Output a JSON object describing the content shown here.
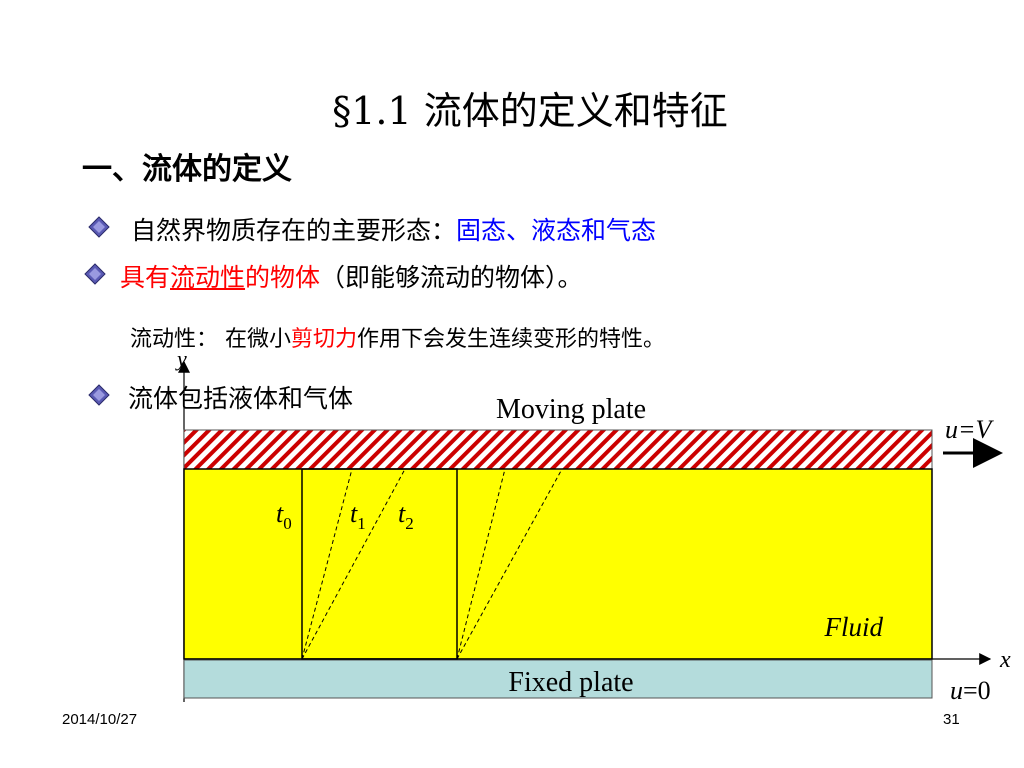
{
  "slide": {
    "title": "§1.1  流体的定义和特征",
    "section_heading": "一、流体的定义",
    "bullet1": {
      "label": "自然界物质存在的主要形态：",
      "value": "固态、液态和气态"
    },
    "bullet2": {
      "prefix": "具有",
      "emphasis": "流动性",
      "suffix": "的物体",
      "rest": "（即能够流动的物体）。"
    },
    "fluidity_def": {
      "label": "流动性：",
      "pre": "在微小",
      "emphasis": "剪切力",
      "post": "作用下会发生连续变形的特性。"
    },
    "bullet3": "流体包括液体和气体"
  },
  "diagram": {
    "axis_y": "y",
    "axis_x": "x",
    "moving_plate": "Moving plate",
    "fixed_plate": "Fixed plate",
    "velocity_top": {
      "var": "u",
      "eq": "=V"
    },
    "velocity_bottom": {
      "var": "u",
      "eq": "=0"
    },
    "fluid": "Fluid",
    "time_labels": [
      {
        "t": "t",
        "sub": "0"
      },
      {
        "t": "t",
        "sub": "1"
      },
      {
        "t": "t",
        "sub": "2"
      }
    ],
    "colors": {
      "fluid": "#ffff00",
      "moving_plate_hatch": "#cc0000",
      "fixed_plate": "#b4dcdc"
    }
  },
  "footer": {
    "date": "2014/10/27",
    "page": "31"
  }
}
